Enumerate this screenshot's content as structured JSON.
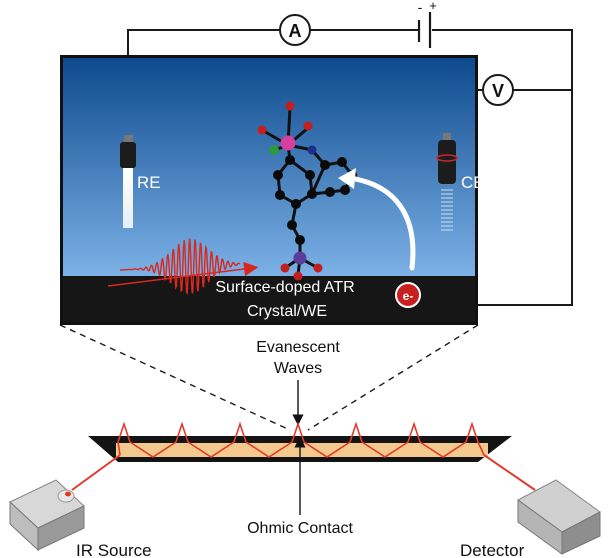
{
  "circuit": {
    "ammeter_symbol": "A",
    "voltmeter_symbol": "V",
    "battery_minus": "-",
    "battery_plus": "+"
  },
  "cell": {
    "reference_electrode_label": "RE",
    "counter_electrode_label": "CE",
    "crystal_label_line1": "Surface-doped ATR",
    "crystal_label_line2": "Crystal/WE",
    "electron_symbol": "e-"
  },
  "optics": {
    "evanescent_label_line1": "Evanescent",
    "evanescent_label_line2": "Waves",
    "ohmic_contact_label": "Ohmic Contact",
    "ir_source_label": "IR Source",
    "detector_label": "Detector"
  },
  "colors": {
    "solution_top": "#0e4a8e",
    "solution_bottom": "#7bb1e6",
    "crystal_band": "#161616",
    "ir_beam": "#d9281e",
    "atr_crystal_fill": "#f4c98e",
    "wire": "#1a1a1a"
  }
}
